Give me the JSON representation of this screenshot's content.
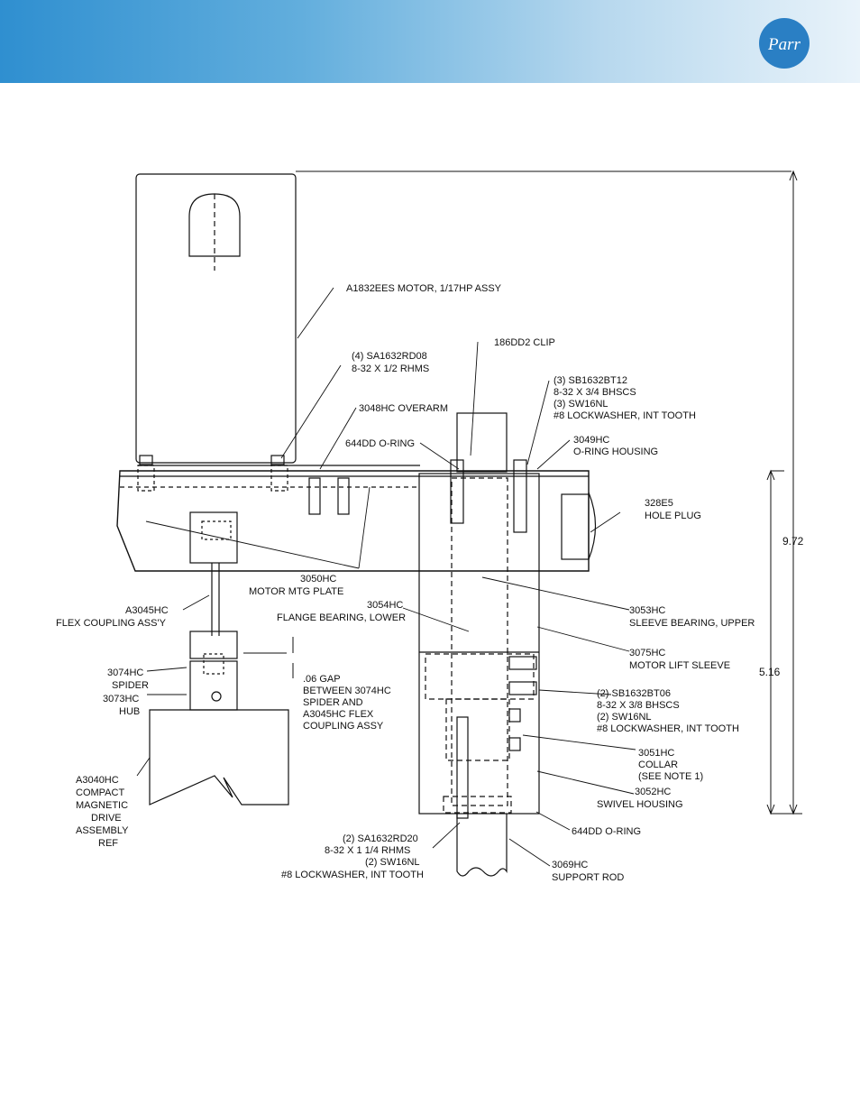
{
  "logo": {
    "text": "Parr"
  },
  "labels": {
    "motor_1": "A1832EES MOTOR, 1/17HP ASSY",
    "rhms_1": "(4) SA1632RD08",
    "rhms_2": "8-32 X 1/2 RHMS",
    "overarm": "3048HC OVERARM",
    "oring_top": "644DD O-RING",
    "clip": "186DD2 CLIP",
    "bhscs_1": "(3) SB1632BT12",
    "bhscs_2": "8-32 X 3/4 BHSCS",
    "bhscs_3": "(3) SW16NL",
    "bhscs_4": "#8 LOCKWASHER, INT TOOTH",
    "oring_housing_1": "3049HC",
    "oring_housing_2": "O-RING HOUSING",
    "hole_plug_1": "328E5",
    "hole_plug_2": "HOLE PLUG",
    "motor_plate_1": "3050HC",
    "motor_plate_2": "MOTOR MTG PLATE",
    "flex_1": "A3045HC",
    "flex_2": "FLEX COUPLING ASS'Y",
    "flange_1": "3054HC",
    "flange_2": "FLANGE BEARING, LOWER",
    "sleeve_bearing_1": "3053HC",
    "sleeve_bearing_2": "SLEEVE BEARING, UPPER",
    "lift_sleeve_1": "3075HC",
    "lift_sleeve_2": "MOTOR LIFT SLEEVE",
    "spider_1": "3074HC",
    "spider_2": "SPIDER",
    "hub_1": "3073HC",
    "hub_2": "HUB",
    "gap_1": ".06 GAP",
    "gap_2": "BETWEEN 3074HC",
    "gap_3": "SPIDER AND",
    "gap_4": "A3045HC FLEX",
    "gap_5": "COUPLING ASSY",
    "bt06_1": "(2) SB1632BT06",
    "bt06_2": "8-32 X 3/8 BHSCS",
    "bt06_3": "(2) SW16NL",
    "bt06_4": "#8 LOCKWASHER, INT TOOTH",
    "collar_1": "3051HC",
    "collar_2": "COLLAR",
    "collar_3": "(SEE NOTE 1)",
    "swivel_1": "3052HC",
    "swivel_2": "SWIVEL HOUSING",
    "drive_1": "A3040HC",
    "drive_2": "COMPACT",
    "drive_3": "MAGNETIC",
    "drive_4": "DRIVE",
    "drive_5": "ASSEMBLY",
    "drive_6": "REF",
    "oring_bottom": "644DD O-RING",
    "rd20_1": "(2) SA1632RD20",
    "rd20_2": "8-32 X 1 1/4 RHMS",
    "rd20_3": "(2) SW16NL",
    "rd20_4": "#8 LOCKWASHER, INT TOOTH",
    "rod_1": "3069HC",
    "rod_2": "SUPPORT ROD"
  },
  "dimensions": {
    "overall_height": "9.72",
    "sleeve_height": "5.16"
  },
  "colors": {
    "header_start": "#2f8fd0",
    "header_end": "#e9f3fa",
    "logo_blue": "#2a7fc4",
    "line": "#111111"
  }
}
